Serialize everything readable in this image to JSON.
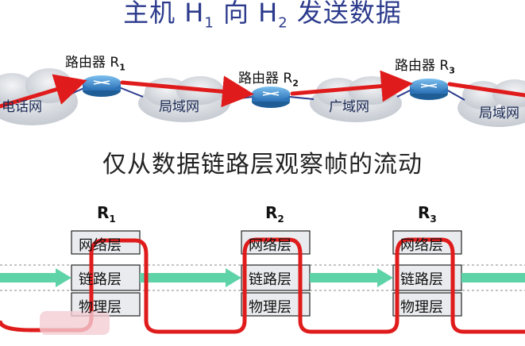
{
  "title": {
    "prefix": "主机 H",
    "sub1": "1",
    "middle": " 向 H",
    "sub2": "2",
    "suffix": " 发送数据"
  },
  "subtitle": "仅从数据链路层观察帧的流动",
  "routers": [
    {
      "name": "路由器 R",
      "sub": "1"
    },
    {
      "name": "路由器 R",
      "sub": "2"
    },
    {
      "name": "路由器 R",
      "sub": "3"
    }
  ],
  "networks": [
    "电话网",
    "局域网",
    "广域网",
    "局域网"
  ],
  "stacks": [
    {
      "title": "R",
      "sub": "1",
      "layers": [
        "网络层",
        "链路层",
        "物理层"
      ]
    },
    {
      "title": "R",
      "sub": "2",
      "layers": [
        "网络层",
        "链路层",
        "物理层"
      ]
    },
    {
      "title": "R",
      "sub": "3",
      "layers": [
        "网络层",
        "链路层",
        "物理层"
      ]
    }
  ],
  "colors": {
    "path": "#e01b1b",
    "frame_arrow": "#5fd3a8",
    "cloud": "#d7dbe0",
    "router": "#3c84c9",
    "title": "#2b3a8c"
  }
}
